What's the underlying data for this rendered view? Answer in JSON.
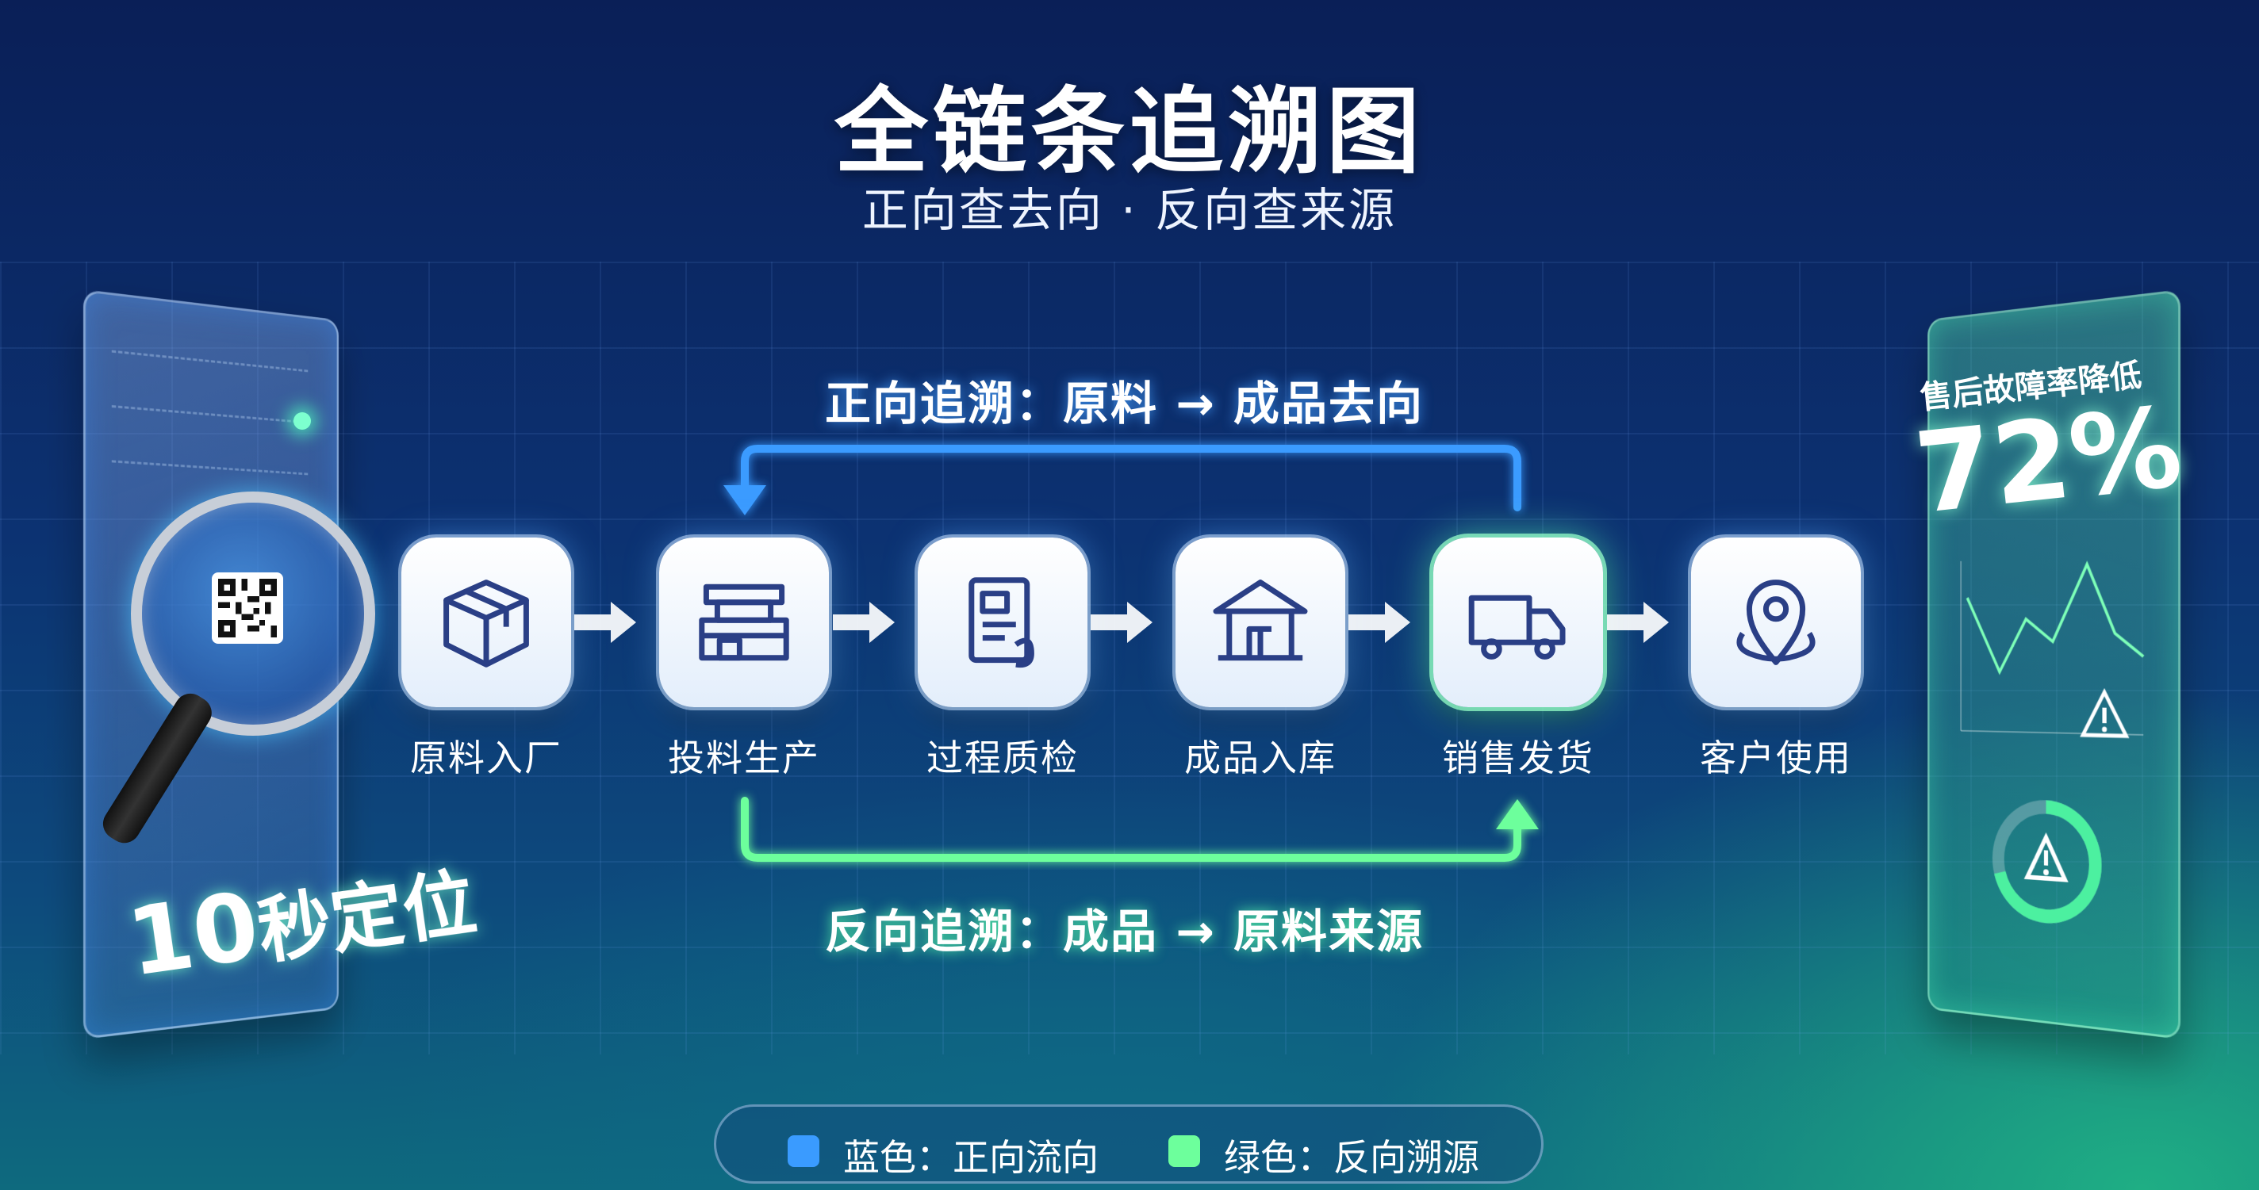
{
  "header": {
    "title": "全链条追溯图",
    "subtitle": "正向查去向 · 反向查来源"
  },
  "left_panel": {
    "locate_number": "10",
    "locate_text": "秒定位"
  },
  "right_panel": {
    "label": "售后故障率降低",
    "value": "72%"
  },
  "flow": {
    "forward_title": "正向追溯：原料 → 成品去向",
    "backward_title": "反向追溯：成品 → 原料来源",
    "steps": [
      {
        "label": "原料入厂",
        "icon": "box-icon"
      },
      {
        "label": "投料生产",
        "icon": "factory-icon"
      },
      {
        "label": "过程质检",
        "icon": "inspection-doc-icon"
      },
      {
        "label": "成品入库",
        "icon": "warehouse-icon"
      },
      {
        "label": "销售发货",
        "icon": "truck-icon"
      },
      {
        "label": "客户使用",
        "icon": "location-pin-icon"
      }
    ]
  },
  "legend": {
    "blue_label": "蓝色：正向流向",
    "green_label": "绿色：反向溯源"
  },
  "colors": {
    "forward": "#3a9bff",
    "backward": "#6dff9c",
    "icon_stroke": "#2a3f86"
  }
}
